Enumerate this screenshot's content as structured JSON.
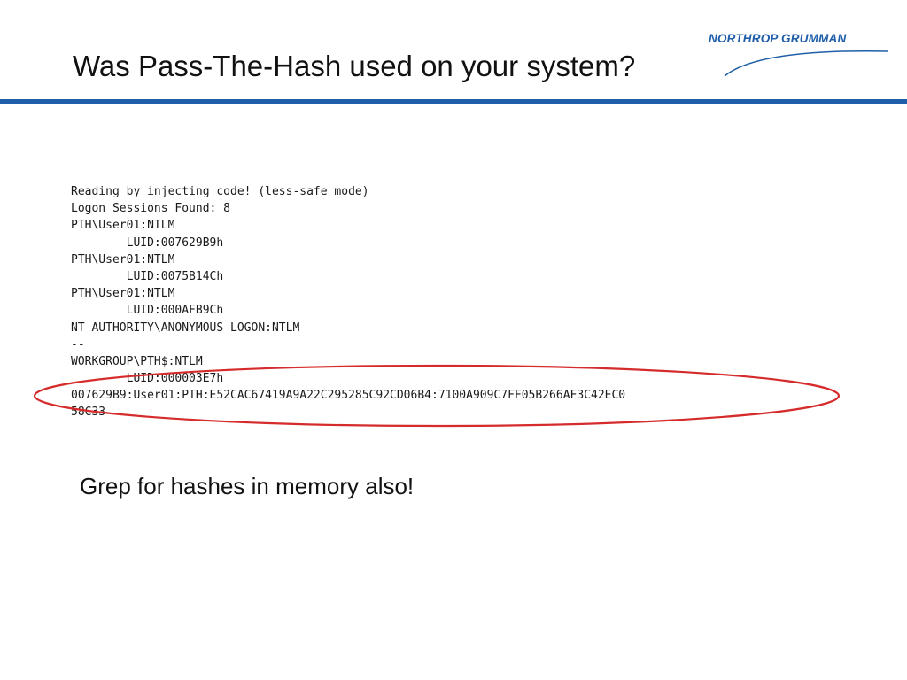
{
  "slide": {
    "title": "Was Pass-The-Hash used on your system?",
    "caption": "Grep for hashes in memory also!"
  },
  "logo": {
    "text": "NORTHROP GRUMMAN",
    "color": "#1f5ea8"
  },
  "colors": {
    "title_rule": "#1f5ea8",
    "highlight_ellipse": "#d62b2b"
  },
  "console": {
    "lines": [
      "Reading by injecting code! (less-safe mode)",
      "Logon Sessions Found: 8",
      "PTH\\User01:NTLM",
      "        LUID:007629B9h",
      "PTH\\User01:NTLM",
      "        LUID:0075B14Ch",
      "PTH\\User01:NTLM",
      "        LUID:000AFB9Ch",
      "NT AUTHORITY\\ANONYMOUS LOGON:NTLM",
      "--",
      "WORKGROUP\\PTH$:NTLM",
      "        LUID:000003E7h",
      "007629B9:User01:PTH:E52CAC67419A9A22C295285C92CD06B4:7100A909C7FF05B266AF3C42EC0",
      "58C33"
    ]
  }
}
